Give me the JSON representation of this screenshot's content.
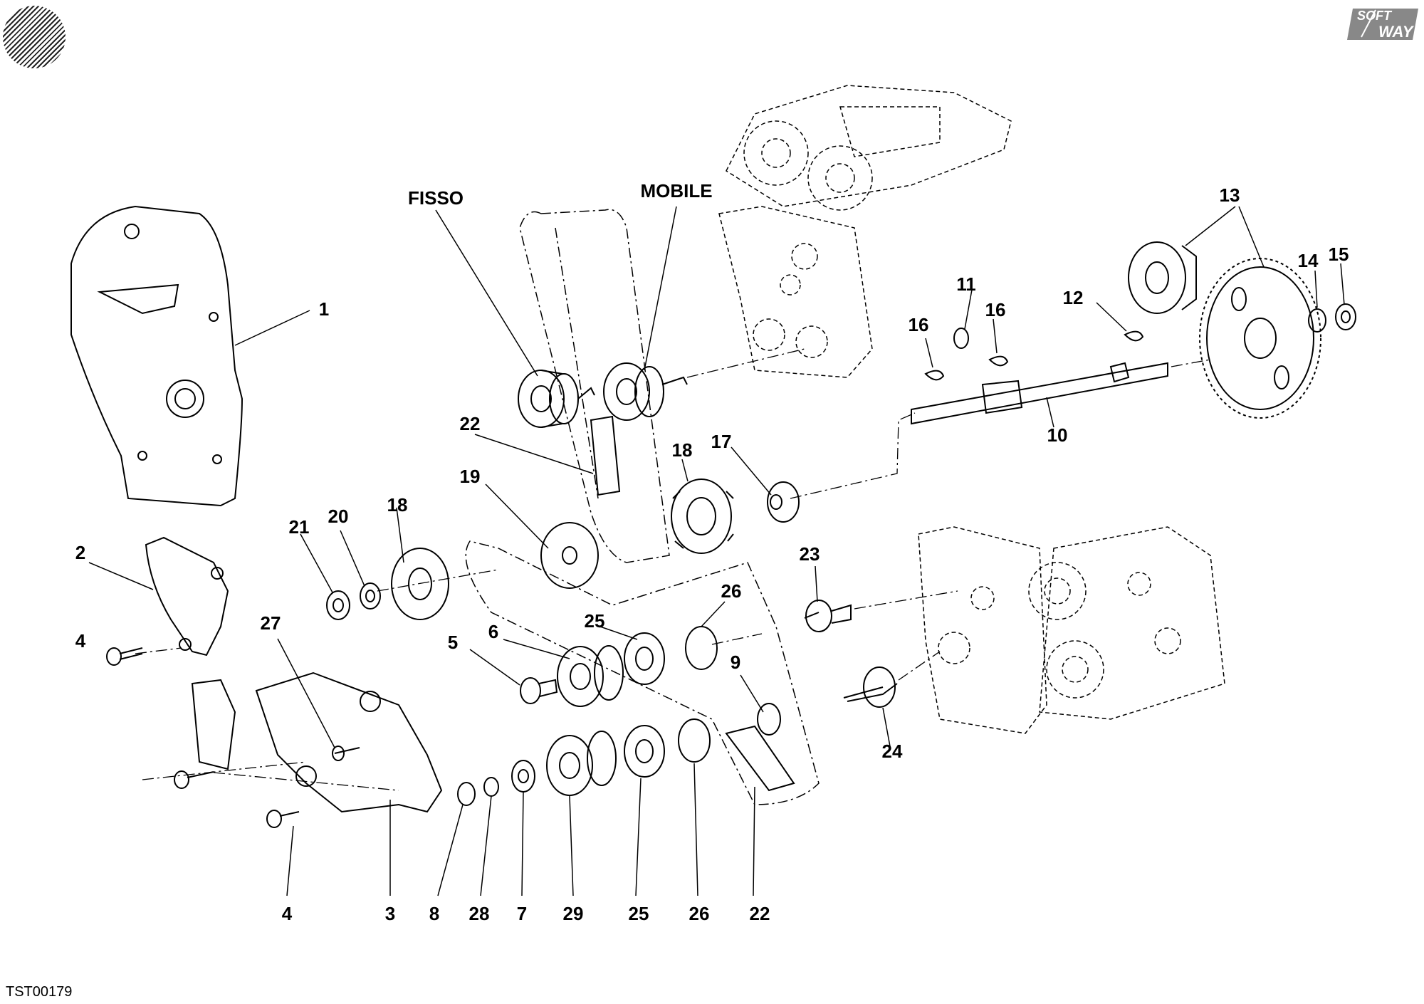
{
  "callouts": [
    {
      "id": "c-fisso",
      "text": "FISSO"
    },
    {
      "id": "c-mobile",
      "text": "MOBILE"
    },
    {
      "id": "c-1",
      "text": "1"
    },
    {
      "id": "c-2",
      "text": "2"
    },
    {
      "id": "c-3",
      "text": "3"
    },
    {
      "id": "c-4a",
      "text": "4"
    },
    {
      "id": "c-4b",
      "text": "4"
    },
    {
      "id": "c-5",
      "text": "5"
    },
    {
      "id": "c-6",
      "text": "6"
    },
    {
      "id": "c-7",
      "text": "7"
    },
    {
      "id": "c-8",
      "text": "8"
    },
    {
      "id": "c-9",
      "text": "9"
    },
    {
      "id": "c-10",
      "text": "10"
    },
    {
      "id": "c-11",
      "text": "11"
    },
    {
      "id": "c-12",
      "text": "12"
    },
    {
      "id": "c-13",
      "text": "13"
    },
    {
      "id": "c-14",
      "text": "14"
    },
    {
      "id": "c-15",
      "text": "15"
    },
    {
      "id": "c-16a",
      "text": "16"
    },
    {
      "id": "c-16b",
      "text": "16"
    },
    {
      "id": "c-17",
      "text": "17"
    },
    {
      "id": "c-18a",
      "text": "18"
    },
    {
      "id": "c-18b",
      "text": "18"
    },
    {
      "id": "c-19",
      "text": "19"
    },
    {
      "id": "c-20",
      "text": "20"
    },
    {
      "id": "c-21",
      "text": "21"
    },
    {
      "id": "c-22a",
      "text": "22"
    },
    {
      "id": "c-22b",
      "text": "22"
    },
    {
      "id": "c-23",
      "text": "23"
    },
    {
      "id": "c-24",
      "text": "24"
    },
    {
      "id": "c-25a",
      "text": "25"
    },
    {
      "id": "c-25b",
      "text": "25"
    },
    {
      "id": "c-26a",
      "text": "26"
    },
    {
      "id": "c-26b",
      "text": "26"
    },
    {
      "id": "c-27",
      "text": "27"
    },
    {
      "id": "c-28",
      "text": "28"
    },
    {
      "id": "c-29",
      "text": "29"
    }
  ],
  "drawing_code": "TST00179",
  "logo": {
    "line1": "SOFT",
    "line2": "WAY"
  },
  "colors": {
    "ink": "#000000",
    "paper": "#ffffff",
    "logo_bg": "#888888"
  }
}
